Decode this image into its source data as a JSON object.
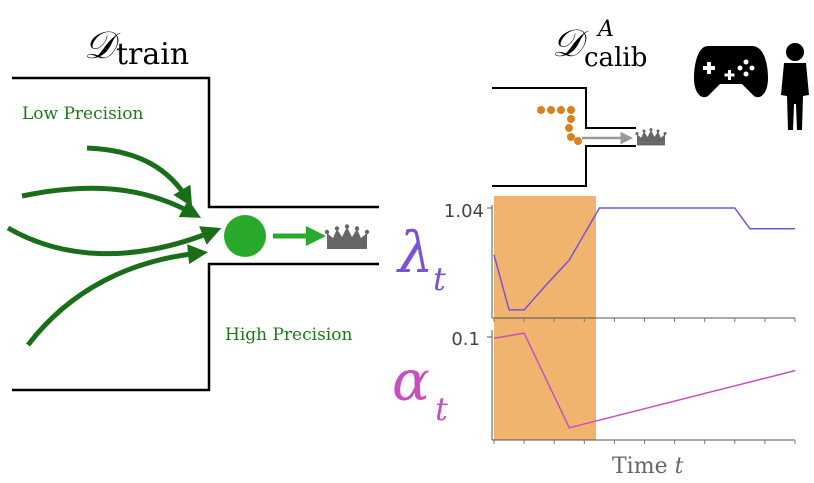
{
  "left": {
    "title_main": "𝒟",
    "title_sub": "train",
    "low_label": "Low Precision",
    "high_label": "High Precision",
    "color_arrow": "#1a6e1a",
    "color_model": "#2aaa2a",
    "color_label": "#1a7a1a",
    "icon": "crown-icon"
  },
  "right": {
    "title_main": "𝒟",
    "title_sup": "A",
    "title_sub": "calib",
    "icons": [
      "gamepad-icon",
      "person-icon",
      "crown-icon"
    ],
    "dot_color": "#d9811f"
  },
  "charts": {
    "highlight_color": "#f0b46e",
    "x_label": "Time",
    "x_var": "t",
    "lambda": {
      "symbol": "λ",
      "subscript": "t",
      "tick_label": "1.04",
      "color": "#7b52d6"
    },
    "alpha": {
      "symbol": "α",
      "subscript": "t",
      "tick_label": "0.1",
      "color": "#c94fbf"
    }
  },
  "chart_data": [
    {
      "type": "line",
      "series": [
        {
          "values_x": [
            0,
            0.05,
            0.1,
            0.17,
            0.25,
            0.35,
            0.8,
            0.85,
            1.0
          ],
          "values_y": [
            0.55,
            0.02,
            0.02,
            0.25,
            0.5,
            1.0,
            1.0,
            0.8,
            0.8
          ]
        }
      ],
      "highlight_x": [
        0,
        0.35
      ],
      "ytick": "1.04"
    },
    {
      "type": "line",
      "series": [
        {
          "values_x": [
            0,
            0.1,
            0.25,
            1.0
          ],
          "values_y": [
            0.92,
            0.97,
            0.06,
            0.61
          ]
        }
      ],
      "highlight_x": [
        0,
        0.35
      ],
      "ytick": "0.1"
    }
  ]
}
